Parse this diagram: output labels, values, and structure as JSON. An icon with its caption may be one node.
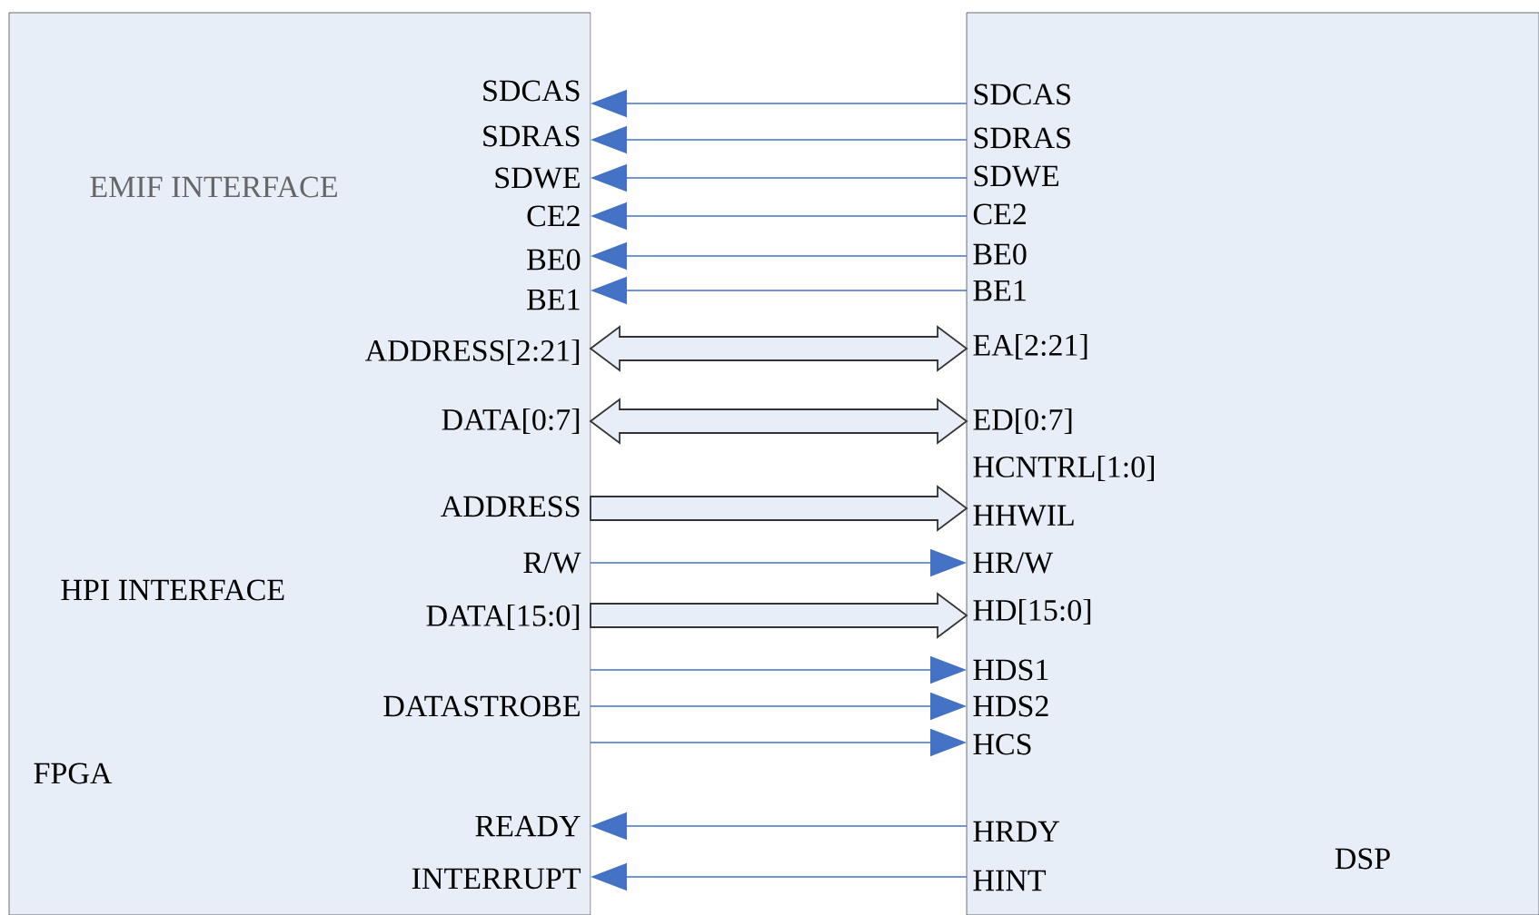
{
  "diagram": {
    "nodes": [
      {
        "text": [
          "FPGA"
        ]
      },
      {
        "text": [
          "DSP"
        ]
      },
      {
        "text": [
          "SDCAS"
        ],
        "in": 0
      },
      {
        "text": [
          "SDRAS"
        ],
        "in": 0
      },
      {
        "text": [
          "SDWE"
        ],
        "in": 0
      },
      {
        "text": [
          "CE2"
        ],
        "in": 0
      },
      {
        "text": [
          "BE0"
        ],
        "in": 0
      },
      {
        "text": [
          "BE1"
        ],
        "in": 0
      },
      {
        "text": [
          "ADDRESS[2:21]"
        ],
        "in": 0
      },
      {
        "text": [
          "DATA[0:7]"
        ],
        "in": 0
      },
      {
        "text": [
          "ADDRESS"
        ],
        "in": 0
      },
      {
        "text": [
          "R/W"
        ],
        "in": 0
      },
      {
        "text": [
          "DATA[15:0]"
        ],
        "in": 0
      },
      {
        "text": [
          "DATASTROBE"
        ],
        "in": 0
      },
      {
        "text": [
          "READY"
        ],
        "in": 0
      },
      {
        "text": [
          "INTERRUPT"
        ],
        "in": 0
      },
      {
        "text": [
          "SDCAS"
        ],
        "in": 1
      },
      {
        "text": [
          "SDRAS"
        ],
        "in": 1
      },
      {
        "text": [
          "SDWE"
        ],
        "in": 1
      },
      {
        "text": [
          "CE2"
        ],
        "in": 1
      },
      {
        "text": [
          "BE0"
        ],
        "in": 1
      },
      {
        "text": [
          "BE1"
        ],
        "in": 1
      },
      {
        "text": [
          "EA[2:21]"
        ],
        "in": 1
      },
      {
        "text": [
          "ED[0:7]"
        ],
        "in": 1
      },
      {
        "text": [
          "HCNTRL[1:0]"
        ],
        "in": 1
      },
      {
        "text": [
          "HHWIL"
        ],
        "in": 1
      },
      {
        "text": [
          "HR/W"
        ],
        "in": 1
      },
      {
        "text": [
          "HD[15:0]"
        ],
        "in": 1
      },
      {
        "text": [
          "HDS1"
        ],
        "in": 1
      },
      {
        "text": [
          "HDS2"
        ],
        "in": 1
      },
      {
        "text": [
          "HCS"
        ],
        "in": 1
      },
      {
        "text": [
          "HRDY"
        ],
        "in": 1
      },
      {
        "text": [
          "HINT"
        ],
        "in": 1
      }
    ],
    "edges": [
      {
        "from": 16,
        "to": 2,
        "arrow": "to"
      },
      {
        "from": 17,
        "to": 3,
        "arrow": "to"
      },
      {
        "from": 18,
        "to": 4,
        "arrow": "to"
      },
      {
        "from": 19,
        "to": 5,
        "arrow": "to"
      },
      {
        "from": 20,
        "to": 6,
        "arrow": "to"
      },
      {
        "from": 21,
        "to": 7,
        "arrow": "to"
      },
      {
        "from": 8,
        "to": 22,
        "arrow": "both",
        "style": "thick",
        "color": "#333333"
      },
      {
        "from": 9,
        "to": 23,
        "arrow": "both",
        "style": "thick",
        "color": "#333333"
      },
      {
        "from": 10,
        "to": 25,
        "arrow": "to",
        "style": "thick",
        "color": "#333333"
      },
      {
        "from": 11,
        "to": 26,
        "arrow": "to"
      },
      {
        "from": 12,
        "to": 27,
        "arrow": "to",
        "style": "thick",
        "color": "#333333"
      },
      {
        "from": 13,
        "to": 28,
        "arrow": "to"
      },
      {
        "from": 13,
        "to": 29,
        "arrow": "to"
      },
      {
        "from": 13,
        "to": 30,
        "arrow": "to"
      },
      {
        "from": 31,
        "to": 14,
        "arrow": "to"
      },
      {
        "from": 32,
        "to": 15,
        "arrow": "to"
      }
    ],
    "labels": [
      "EMIF INTERFACE",
      "HPI INTERFACE"
    ]
  }
}
